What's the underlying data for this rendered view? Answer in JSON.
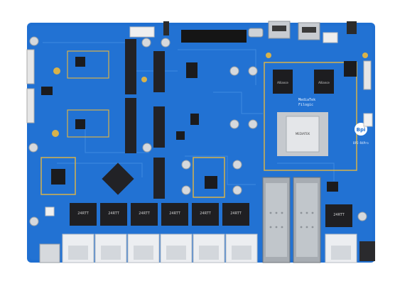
{
  "image": {
    "subject": "blue router development board, top view",
    "colors": {
      "pcb": "#1f6fd1",
      "pcb_dark": "#1a5fb8",
      "trace": "#3a86e0",
      "gold": "#d8b24a",
      "silver": "#c9cdd2",
      "chip": "#1b1b1d",
      "port": "#e9ecef",
      "background": "#ffffff"
    }
  },
  "labels": {
    "soc_line1": "MediaTek",
    "soc_line2": "Filogic",
    "soc_chip": "MEDIATEK",
    "brand": "Bpi",
    "model": "BPI-R4Pro",
    "ram_left": "Alliance",
    "ram_right": "Alliance",
    "magnetics": [
      "24RTT",
      "24RTT",
      "24RTT",
      "24RTT",
      "24RTT",
      "24RTT",
      "24RTT"
    ]
  }
}
